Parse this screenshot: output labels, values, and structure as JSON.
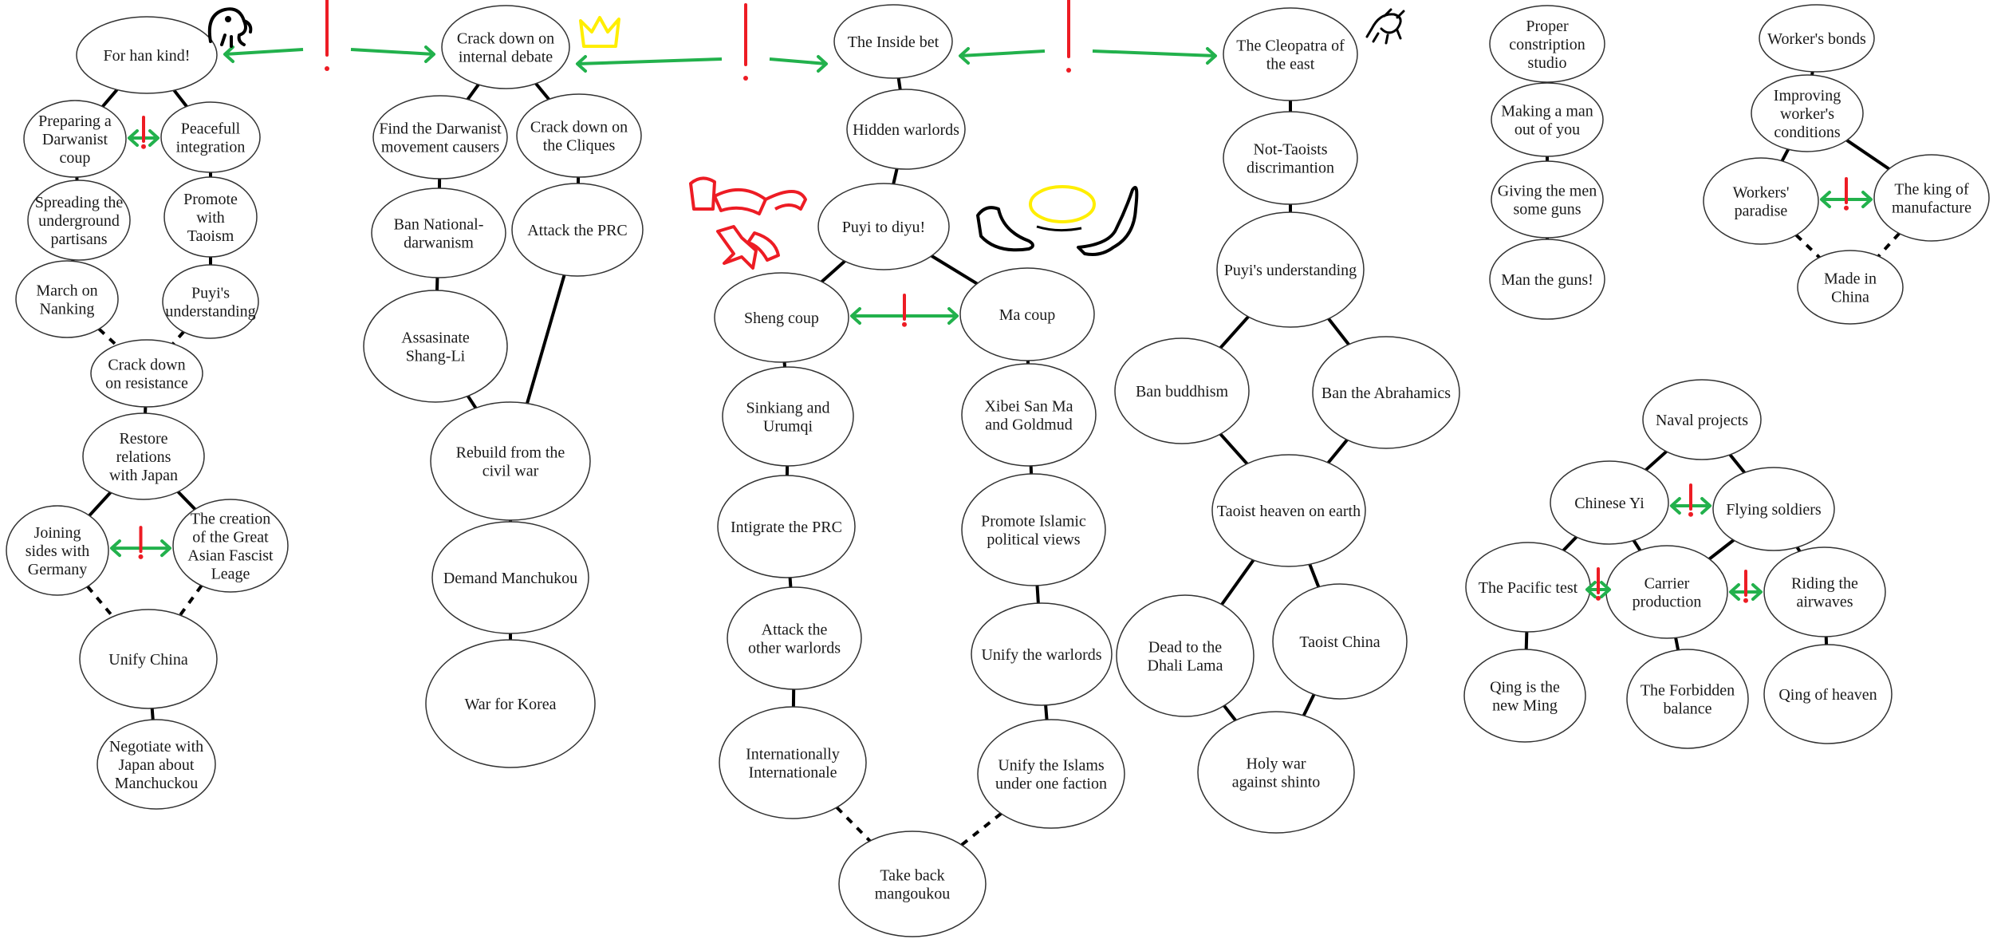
{
  "focus_tree": {
    "nodes": [
      {
        "id": "han",
        "lines": [
          "For han kind!"
        ]
      },
      {
        "id": "prep",
        "lines": [
          "Preparing a",
          "Darwanist",
          "coup"
        ]
      },
      {
        "id": "peace",
        "lines": [
          "Peacefull",
          "integration"
        ]
      },
      {
        "id": "spread",
        "lines": [
          "Spreading the",
          "underground",
          "partisans"
        ]
      },
      {
        "id": "taoism",
        "lines": [
          "Promote",
          "with",
          "Taoism"
        ]
      },
      {
        "id": "nanking",
        "lines": [
          "March on",
          "Nanking"
        ]
      },
      {
        "id": "puyiL",
        "lines": [
          "Puyi's",
          "understanding"
        ]
      },
      {
        "id": "resist",
        "lines": [
          "Crack down",
          "on resistance"
        ]
      },
      {
        "id": "japan",
        "lines": [
          "Restore",
          "relations",
          "with Japan"
        ]
      },
      {
        "id": "germany",
        "lines": [
          "Joining",
          "sides with",
          "Germany"
        ]
      },
      {
        "id": "fascist",
        "lines": [
          "The creation",
          "of the Great",
          "Asian Fascist",
          "Leage"
        ]
      },
      {
        "id": "unify",
        "lines": [
          "Unify China"
        ]
      },
      {
        "id": "manch",
        "lines": [
          "Negotiate with",
          "Japan about",
          "Manchuckou"
        ]
      },
      {
        "id": "debate",
        "lines": [
          "Crack down on",
          "internal debate"
        ]
      },
      {
        "id": "darwcause",
        "lines": [
          "Find the Darwanist",
          "movement causers"
        ]
      },
      {
        "id": "cliques",
        "lines": [
          "Crack down on",
          "the Cliques"
        ]
      },
      {
        "id": "bannat",
        "lines": [
          "Ban National-",
          "darwanism"
        ]
      },
      {
        "id": "prc",
        "lines": [
          "Attack the PRC"
        ]
      },
      {
        "id": "shang",
        "lines": [
          "Assasinate",
          "Shang-Li"
        ]
      },
      {
        "id": "rebuild",
        "lines": [
          "Rebuild from the",
          "civil war"
        ]
      },
      {
        "id": "demand",
        "lines": [
          "Demand Manchukou"
        ]
      },
      {
        "id": "korea",
        "lines": [
          "War for Korea"
        ]
      },
      {
        "id": "inside",
        "lines": [
          "The Inside bet"
        ]
      },
      {
        "id": "hidden",
        "lines": [
          "Hidden warlords"
        ]
      },
      {
        "id": "diyu",
        "lines": [
          "Puyi to diyu!"
        ]
      },
      {
        "id": "sheng",
        "lines": [
          "Sheng coup"
        ]
      },
      {
        "id": "ma",
        "lines": [
          "Ma coup"
        ]
      },
      {
        "id": "sink",
        "lines": [
          "Sinkiang and",
          "Urumqi"
        ]
      },
      {
        "id": "xibei",
        "lines": [
          "Xibei San Ma",
          "and Goldmud"
        ]
      },
      {
        "id": "intig",
        "lines": [
          "Intigrate the PRC"
        ]
      },
      {
        "id": "islamic",
        "lines": [
          "Promote Islamic",
          "political views"
        ]
      },
      {
        "id": "otherw",
        "lines": [
          "Attack the",
          "other warlords"
        ]
      },
      {
        "id": "unifyw",
        "lines": [
          "Unify the warlords"
        ]
      },
      {
        "id": "intl",
        "lines": [
          "Internationally",
          "Internationale"
        ]
      },
      {
        "id": "islams",
        "lines": [
          "Unify the Islams",
          "under one faction"
        ]
      },
      {
        "id": "mango",
        "lines": [
          "Take back",
          "mangoukou"
        ]
      },
      {
        "id": "cleo",
        "lines": [
          "The Cleopatra of",
          "the east"
        ]
      },
      {
        "id": "nontao",
        "lines": [
          "Not-Taoists",
          "discrimantion"
        ]
      },
      {
        "id": "puyiR",
        "lines": [
          "Puyi's understanding"
        ]
      },
      {
        "id": "buddh",
        "lines": [
          "Ban buddhism"
        ]
      },
      {
        "id": "abra",
        "lines": [
          "Ban the Abrahamics"
        ]
      },
      {
        "id": "heaven",
        "lines": [
          "Taoist heaven on earth"
        ]
      },
      {
        "id": "dhali",
        "lines": [
          "Dead to the",
          "Dhali Lama"
        ]
      },
      {
        "id": "taochina",
        "lines": [
          "Taoist China"
        ]
      },
      {
        "id": "shinto",
        "lines": [
          "Holy war",
          "against shinto"
        ]
      },
      {
        "id": "studio",
        "lines": [
          "Proper",
          "constription",
          "studio"
        ]
      },
      {
        "id": "man",
        "lines": [
          "Making a man",
          "out of you"
        ]
      },
      {
        "id": "guns",
        "lines": [
          "Giving the men",
          "some guns"
        ]
      },
      {
        "id": "manguns",
        "lines": [
          "Man the guns!"
        ]
      },
      {
        "id": "bonds",
        "lines": [
          "Worker's bonds"
        ]
      },
      {
        "id": "improve",
        "lines": [
          "Improving",
          "worker's",
          "conditions"
        ]
      },
      {
        "id": "paradise",
        "lines": [
          "Workers'",
          "paradise"
        ]
      },
      {
        "id": "king",
        "lines": [
          "The king of",
          "manufacture"
        ]
      },
      {
        "id": "madein",
        "lines": [
          "Made in",
          "China"
        ]
      },
      {
        "id": "naval",
        "lines": [
          "Naval projects"
        ]
      },
      {
        "id": "yi",
        "lines": [
          "Chinese Yi"
        ]
      },
      {
        "id": "flying",
        "lines": [
          "Flying soldiers"
        ]
      },
      {
        "id": "pacific",
        "lines": [
          "The Pacific test"
        ]
      },
      {
        "id": "carrier",
        "lines": [
          "Carrier",
          "production"
        ]
      },
      {
        "id": "riding",
        "lines": [
          "Riding the",
          "airwaves"
        ]
      },
      {
        "id": "ming",
        "lines": [
          "Qing is the",
          "new Ming"
        ]
      },
      {
        "id": "forbidden",
        "lines": [
          "The Forbidden",
          "balance"
        ]
      },
      {
        "id": "qheaven",
        "lines": [
          "Qing of heaven"
        ]
      }
    ]
  },
  "colors": {
    "node_stroke": "#333333",
    "connector": "#000000",
    "arrow_green": "#22b14c",
    "exclusive_red": "#ed1c24",
    "crown_yellow": "#ffee00"
  },
  "icons": [
    "elephant-doodle-icon",
    "crown-doodle-icon",
    "spiral-symbol-icon",
    "hammer-sickle-doodle-icon",
    "winged-sun-doodle-icon"
  ]
}
